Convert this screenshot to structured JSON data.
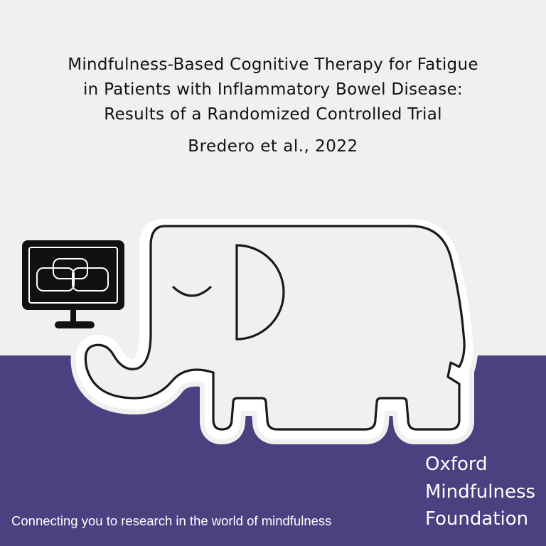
{
  "title_lines": [
    "Mindfulness-Based Cognitive Therapy for Fatigue",
    "in Patients with Inflammatory Bowel Disease:",
    "Results of a Randomized Controlled Trial"
  ],
  "citation": "Bredero et al., 2022",
  "tagline": "Connecting you to research in the world of mindfulness",
  "brand_lines": [
    "Oxford",
    "Mindfulness",
    "Foundation"
  ],
  "colors": {
    "background_top": "#f0f0f0",
    "background_bottom": "#4b4180",
    "ink": "#111111",
    "white": "#ffffff"
  },
  "illustration": {
    "subject": "elephant-outline",
    "icon": "monitor-icon",
    "screen_graphic": "interlocking-rounded-rectangles"
  }
}
